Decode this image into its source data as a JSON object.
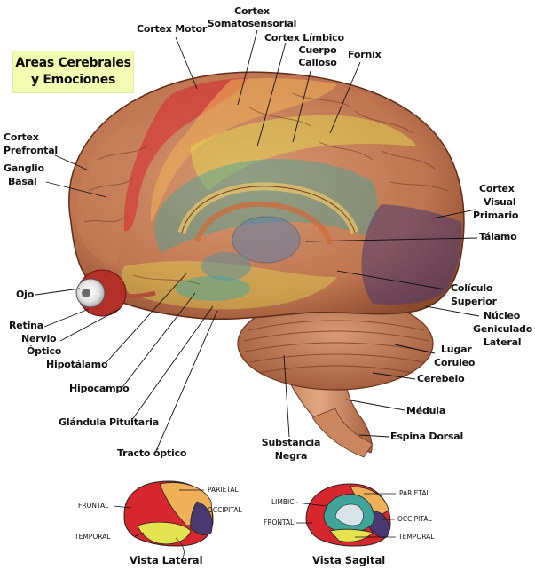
{
  "title": {
    "line1": "Areas Cerebrales",
    "line2": "y Emociones"
  },
  "labels": {
    "cortex_motor": "Cortex Motor",
    "cortex_somato_1": "Cortex",
    "cortex_somato_2": "Somatosensorial",
    "cortex_limbico": "Cortex Límbico",
    "cuerpo_calloso_1": "Cuerpo",
    "cuerpo_calloso_2": "Calloso",
    "fornix": "Fornix",
    "cortex_prefrontal_1": "Cortex",
    "cortex_prefrontal_2": "Prefrontal",
    "ganglio_basal_1": "Ganglio",
    "ganglio_basal_2": "Basal",
    "cortex_visual_1": "Cortex",
    "cortex_visual_2": "Visual",
    "cortex_visual_3": "Primario",
    "talamo": "Tálamo",
    "ojo": "Ojo",
    "coliculo_1": "Colículo",
    "coliculo_2": "Superior",
    "nucleo_1": "Núcleo",
    "nucleo_2": "Geniculado",
    "nucleo_3": "Lateral",
    "retina": "Retina",
    "nervio_1": "Nervio",
    "nervio_2": "Óptico",
    "hipotalamo": "Hipotálamo",
    "lugar_coruleo_1": "Lugar",
    "lugar_coruleo_2": "Coruleo",
    "hipocampo": "Hipocampo",
    "cerebelo": "Cerebelo",
    "medula": "Médula",
    "glandula": "Glándula Pituitaria",
    "espina": "Espina Dorsal",
    "substancia_1": "Substancia",
    "substancia_2": "Negra",
    "tracto_optico": "Tracto óptico"
  },
  "lateral_view": {
    "frontal": "FRONTAL",
    "parietal": "PARIETAL",
    "occipital": "OCCIPITAL",
    "temporal": "TEMPORAL",
    "caption": "Vista Lateral"
  },
  "sagittal_view": {
    "limbic": "LIMBIC",
    "parietal": "PARIETAL",
    "frontal": "FRONTAL",
    "occipital": "OCCIPITAL",
    "temporal": "TEMPORAL",
    "caption": "Vista Sagital"
  },
  "colors": {
    "brain_tan": "#c8825a",
    "frontal_red": "#d7262e",
    "parietal_orange": "#f0b057",
    "occipital_purple": "#4a3870",
    "temporal_yellow": "#e6e350",
    "limbic_teal": "#3fa59b",
    "title_bg": "#f1fbb2"
  }
}
